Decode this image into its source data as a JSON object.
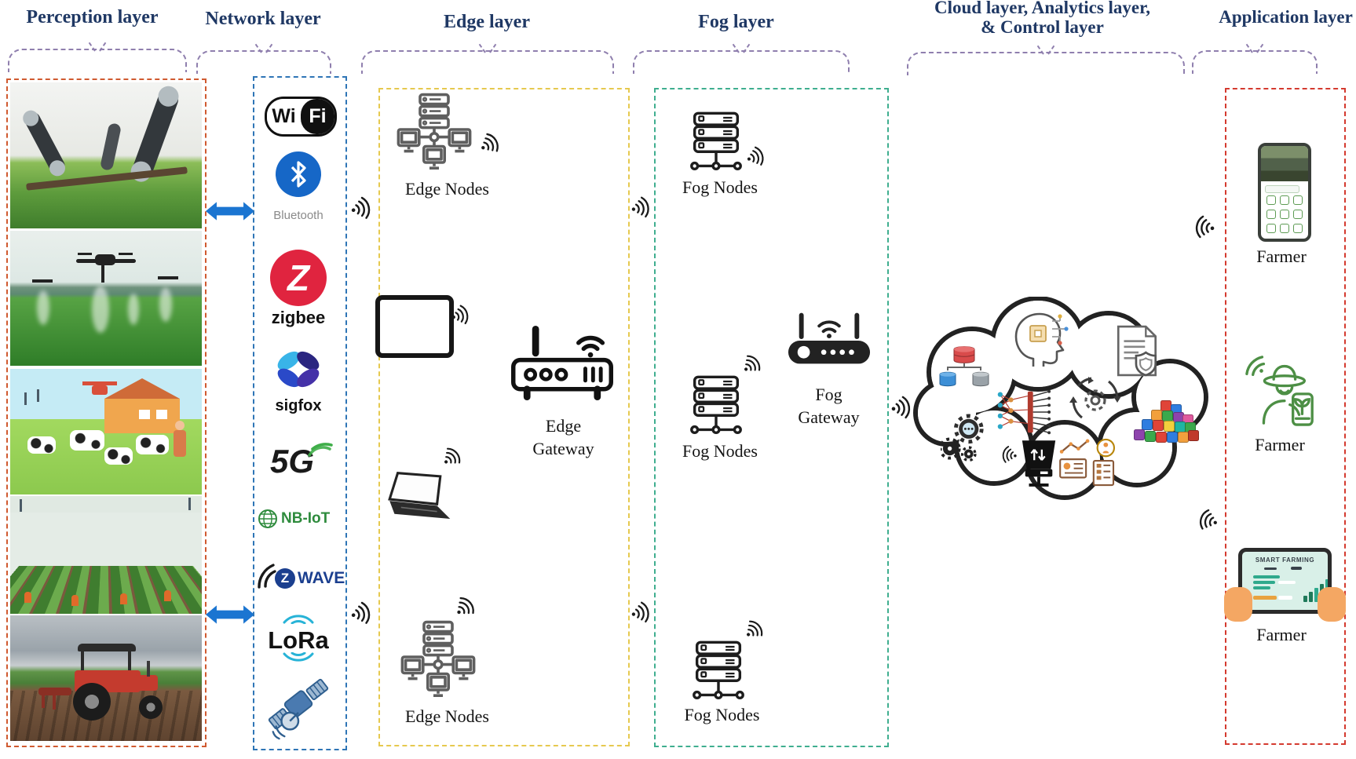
{
  "headers": {
    "perception": "Perception layer",
    "network": "Network layer",
    "edge": "Edge layer",
    "fog": "Fog layer",
    "cloud_line1": "Cloud layer, Analytics layer,",
    "cloud_line2": "& Control layer",
    "application": "Application layer"
  },
  "network": {
    "wifi_wi": "Wi",
    "wifi_fi": "Fi",
    "bluetooth_label": "Bluetooth",
    "zigbee_z": "Z",
    "zigbee_label": "zigbee",
    "sigfox_label": "sigfox",
    "fiveg_label": "5G",
    "nbiot_label": "NB-IoT",
    "zwave_z": "Z",
    "zwave_label": "WAVE",
    "lora_label": "LoRa"
  },
  "edge": {
    "nodes_top_label": "Edge Nodes",
    "gateway_label_line1": "Edge",
    "gateway_label_line2": "Gateway",
    "nodes_bottom_label": "Edge Nodes"
  },
  "fog": {
    "nodes_top_label": "Fog Nodes",
    "nodes_mid_label": "Fog Nodes",
    "gateway_label_line1": "Fog",
    "gateway_label_line2": "Gateway",
    "nodes_bottom_label": "Fog Nodes"
  },
  "application": {
    "farmer_phone_label": "Farmer",
    "farmer_person_label": "Farmer",
    "farmer_tablet_label": "Farmer",
    "tablet_screen_title": "SMART FARMING"
  },
  "colors": {
    "header_text": "#1f3864",
    "perception_border": "#d05a30",
    "network_border": "#2e75b6",
    "edge_border": "#e6c94f",
    "fog_border": "#3fae8f",
    "application_border": "#d43a2f",
    "brace": "#8f7fae",
    "arrow_blue": "#1b75d1",
    "signal": "#1a1a1a"
  }
}
